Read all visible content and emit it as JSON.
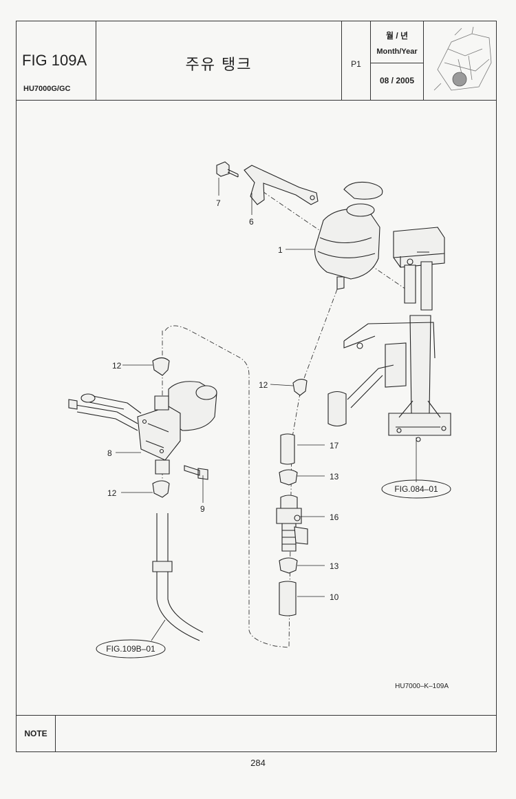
{
  "header": {
    "fig_number": "FIG 109A",
    "model": "HU7000G/GC",
    "title": "주유 탱크",
    "page_code": "P1",
    "month_year_ko": "월 / 년",
    "month_year_en": "Month/Year",
    "month_year_value": "08 / 2005"
  },
  "callouts": {
    "c1": "1",
    "c6": "6",
    "c7": "7",
    "c8": "8",
    "c9": "9",
    "c10": "10",
    "c12a": "12",
    "c12b": "12",
    "c12c": "12",
    "c13a": "13",
    "c13b": "13",
    "c16": "16",
    "c17": "17"
  },
  "references": {
    "fig084": "FIG.084–01",
    "fig109b": "FIG.109B–01"
  },
  "drawing_code": "HU7000–K–109A",
  "note_label": "NOTE",
  "page_number": "284"
}
